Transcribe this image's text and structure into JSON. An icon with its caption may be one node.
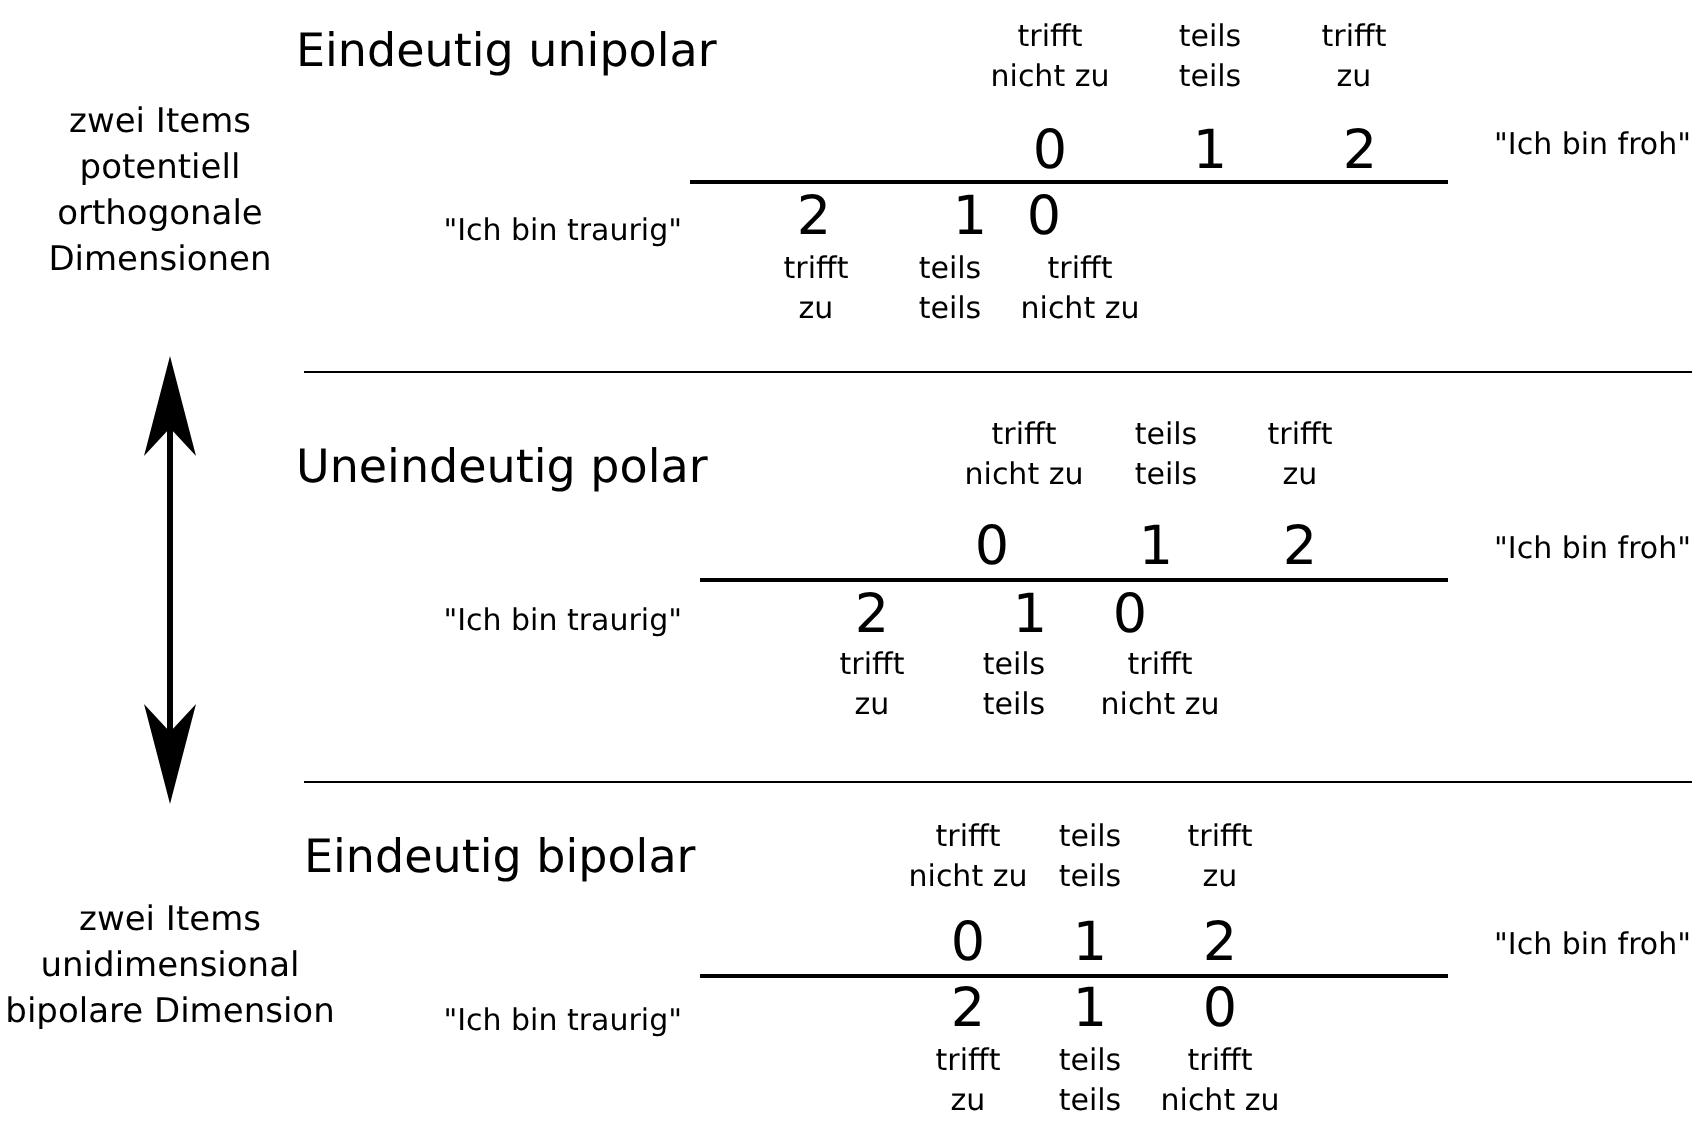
{
  "diagram": {
    "labels": [
      "zwei Items potentiell orthogonale Dimensionen",
      "Eindeutig unipolar",
      "trifft nicht zu",
      "teils teils",
      "trifft zu",
      "0",
      "1",
      "2",
      "\"Ich bin froh\"",
      "\"Ich bin traurig\"",
      "2",
      "1",
      "0",
      "trifft zu",
      "teils teils",
      "trifft nicht zu",
      "Uneindeutig polar",
      "trifft nicht zu",
      "teils teils",
      "trifft zu",
      "0",
      "1",
      "2",
      "\"Ich bin froh\"",
      "\"Ich bin traurig\"",
      "2",
      "1",
      "0",
      "trifft zu",
      "teils teils",
      "trifft nicht zu",
      "zwei Items unidimensional bipolare Dimension",
      "Eindeutig bipolar",
      "trifft nicht zu",
      "teils teils",
      "trifft zu",
      "0",
      "1",
      "2",
      "\"Ich bin froh\"",
      "\"Ich bin traurig\"",
      "2",
      "1",
      "0",
      "trifft zu",
      "teils teils",
      "trifft nicht zu"
    ]
  }
}
